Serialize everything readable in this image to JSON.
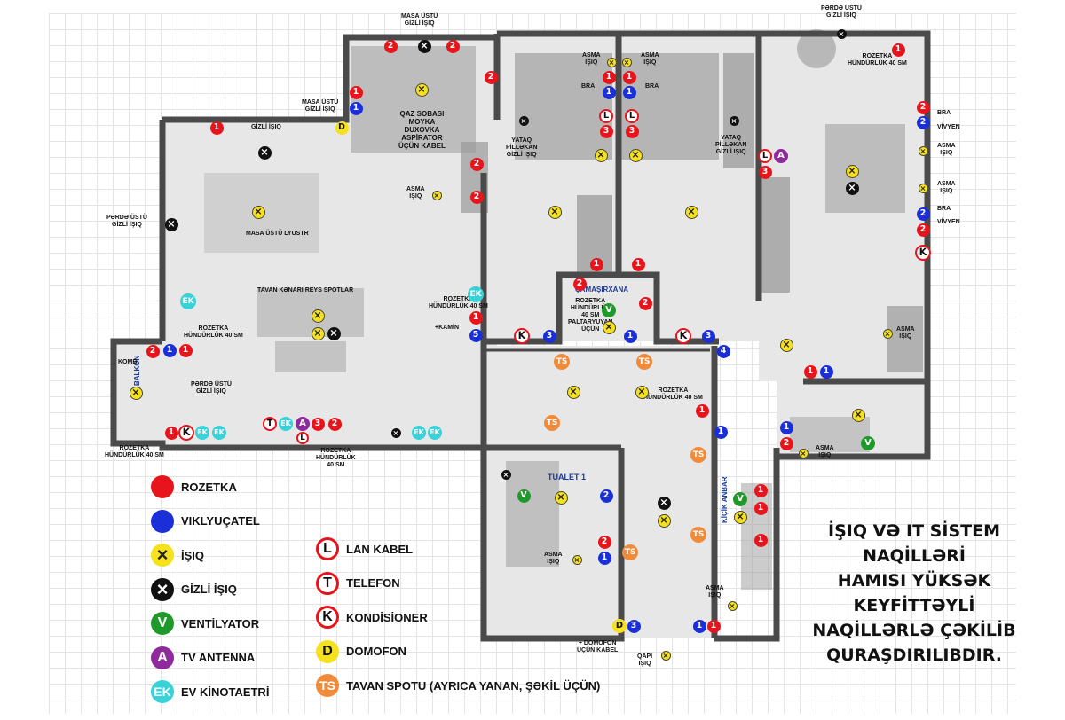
{
  "colors": {
    "rozetka": "#e8141c",
    "viklyucatel": "#1a2fd8",
    "isiq": "#f5e11d",
    "gizli": "#111111",
    "ventilyator": "#1f9a2a",
    "tv": "#8e2a9c",
    "ek": "#39d2d8",
    "ts": "#f08b3c",
    "wall": "#4a4a4a",
    "floor": "#e7e7e7"
  },
  "rooms": {
    "camasirxana": "ÇAMAŞIRXANA",
    "tualet": "TUALET 1",
    "balkon": "BALKON",
    "kicik_anbar": "KİÇİK ANBAR"
  },
  "labels": {
    "masa_ustu_gizli_isiq_top": "MASA ÜSTÜ\nGİZLİ İŞIQ",
    "masa_ustu_gizli_isiq_left": "MASA ÜSTÜ\nGİZLİ İŞIQ",
    "gizli_isiq": "GİZLİ İŞIQ",
    "qaz_sobasi": "QAZ SOBASI\nMOYKA\nDUXOVKA\nASPİRATOR\nÜÇÜN KABEL",
    "perde_ustu_top": "PƏRDƏ ÜSTÜ\nGİZLİ İŞIQ",
    "masa_ustu_lyustr": "MASA ÜSTÜ LYUSTR",
    "asma_isiq_kitchen": "ASMA\nIŞIQ",
    "asma_isiq_1": "ASMA\nIŞIQ",
    "asma_isiq_2": "ASMA\nIŞIQ",
    "yataq_left": "YATAQ\nPİLLƏKAN\nGİZLİ IŞIQ",
    "yataq_right": "YATAQ\nPİLLƏKAN\nGİZLİ IŞIQ",
    "perde_ustu_right": "PƏRDƏ ÜSTÜ\nGİZLİ İŞIQ",
    "rozetka_hundurluk_bed": "ROZETKA\nHÜNDÜRLÜK 40 SM",
    "bra_1": "BRA",
    "vivyen_1": "VİVYEN",
    "asma_isiq_bed1": "ASMA\nIŞIQ",
    "asma_isiq_bed2": "ASMA\nIŞIQ",
    "bra_2": "BRA",
    "vivyen_2": "VİVYEN",
    "bra_left": "BRA",
    "bra_right": "BRA",
    "tavan_kenari": "TAVAN KƏNARI REYS SPOTLAR",
    "rozetka_40_living": "ROZETKA\nHÜNDÜRLÜK 40 SM",
    "kamin": "+KAMİN",
    "rozetka_40_left": "ROZETKA\nHÜNDÜRLÜK 40 SM",
    "kombi": "KOMBİ",
    "perde_ustu_bottom": "PƏRDƏ ÜSTÜ\nGİZLİ İŞIQ",
    "rozetka_40_balkon": "ROZETKA\nHÜNDÜRLÜK 40 SM",
    "rozetka_40_bottom": "ROZETKA\nHÜNDÜRLÜK\n40 SM",
    "rozetka_camasir": "ROZETKA\nHÜNDÜRLÜK\n40 SM\nPALTARYUYAN\nÜÇÜN",
    "rozetka_40_hall": "ROZETKA\nHÜNDÜRLÜK 40 SM",
    "asma_isiq_hall": "ASMA\nIŞIQ",
    "asma_isiq_bath": "ASMA\nIŞIQ",
    "asma_isiq_toilet": "ASMA\nIŞIQ",
    "asma_isiq_anbar": "ASMA\nIŞIQ",
    "domofon_kabel": "+ DOMOFON\nÜÇÜN KABEL",
    "qapi_isiq": "QAPI\nIŞIQ"
  },
  "legend_left": [
    {
      "key": "rozetka",
      "label": "ROZETKA",
      "glyph": "",
      "type": "fill"
    },
    {
      "key": "viklyucatel",
      "label": "VIKLYUÇATEL",
      "glyph": "",
      "type": "fill"
    },
    {
      "key": "isiq",
      "label": "İŞIQ",
      "glyph": "×",
      "type": "fill"
    },
    {
      "key": "gizli",
      "label": "GİZLİ İŞIQ",
      "glyph": "×",
      "type": "fill"
    },
    {
      "key": "ventilyator",
      "label": "VENTİLYATOR",
      "glyph": "V",
      "type": "fill"
    },
    {
      "key": "tv",
      "label": "TV ANTENNA",
      "glyph": "A",
      "type": "fill"
    },
    {
      "key": "ek",
      "label": "EV KİNOTAETRİ",
      "glyph": "EK",
      "type": "fill"
    }
  ],
  "legend_right": [
    {
      "key": "lan",
      "label": "LAN KABEL",
      "glyph": "L",
      "type": "ring"
    },
    {
      "key": "telefon",
      "label": "TELEFON",
      "glyph": "T",
      "type": "ring"
    },
    {
      "key": "kondisioner",
      "label": "KONDİSİONER",
      "glyph": "K",
      "type": "ring"
    },
    {
      "key": "domofon",
      "label": "DOMOFON",
      "glyph": "D",
      "type": "yellow"
    },
    {
      "key": "ts",
      "label": "TAVAN SPOTU (AYRICA YANAN, ŞƏKİL ÜÇÜN)",
      "glyph": "TS",
      "type": "fill"
    }
  ],
  "note": "İŞIQ VƏ IT SİSTEM\nNAQİLLƏRİ\nHAMISI YÜKSƏK\nKEYFİTTƏYLİ\nNAQİLLƏRLƏ ÇƏKİLİB\nQURAŞDIRILIBDIR."
}
